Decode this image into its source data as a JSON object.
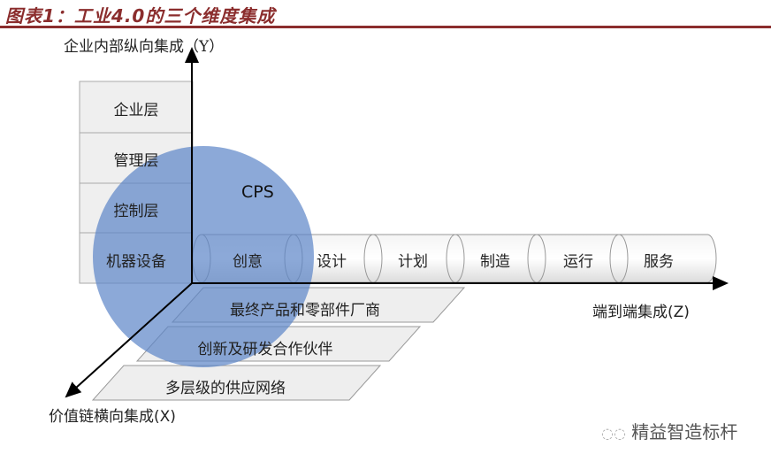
{
  "title": "图表1：工业4.0的三个维度集成",
  "axes": {
    "y": "企业内部纵向集成（Y）",
    "z": "端到端集成(Z)",
    "x": "价值链横向集成(X)"
  },
  "layers": [
    "企业层",
    "管理层",
    "控制层",
    "机器设备"
  ],
  "chain": [
    "创意",
    "设计",
    "计划",
    "制造",
    "运行",
    "服务"
  ],
  "partners": [
    "最终产品和零部件厂商",
    "创新及研发合作伙伴",
    "多层级的供应网络"
  ],
  "cps": "CPS",
  "watermark": "精益智造标杆",
  "colors": {
    "title": "#8b2d2d",
    "circle": "#5b84c8"
  }
}
